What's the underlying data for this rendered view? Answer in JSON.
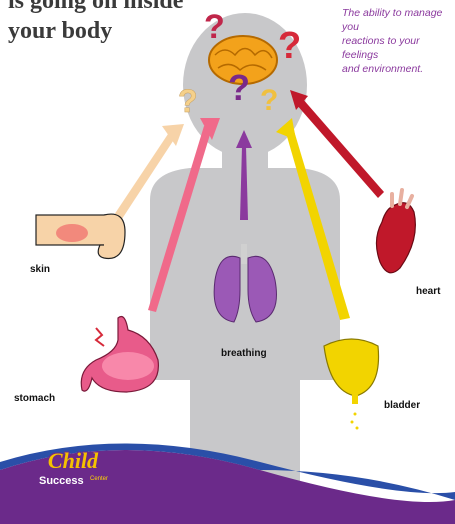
{
  "heading": {
    "line1": "is going on inside",
    "line2": "your body"
  },
  "definition": {
    "line1": "The ability to manage you",
    "line2": "reactions to your feelings",
    "line3": "and environment."
  },
  "labels": {
    "skin": "skin",
    "heart": "heart",
    "breathing": "breathing",
    "stomach": "stomach",
    "bladder": "bladder"
  },
  "logo": {
    "word1": "Child",
    "word2": "Success",
    "word3": "Center"
  },
  "colors": {
    "silhouette": "#c8c8ca",
    "accent_purple": "#8b3a9e",
    "banner_purple": "#6b2a8a",
    "banner_blue": "#2a4fa8",
    "question_red": "#d62a3a",
    "question_yellow": "#f0c040",
    "lungs": "#9b59b6",
    "heart": "#c0182a",
    "bladder": "#f2d400",
    "stomach": "#e85b8a"
  },
  "icons": [
    "brain-icon",
    "question-mark-icon",
    "hand-icon",
    "heart-icon",
    "lungs-icon",
    "stomach-icon",
    "bladder-icon",
    "arrow-icon"
  ]
}
